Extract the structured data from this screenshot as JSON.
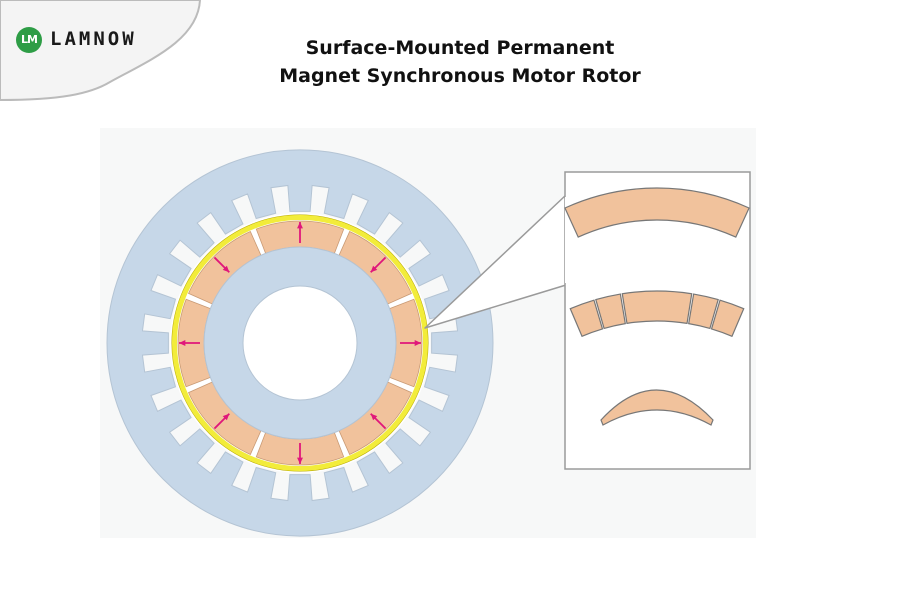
{
  "brand": {
    "badge": "LM",
    "name": "LAMNOW",
    "color": "#2e9d46"
  },
  "title": {
    "line1": "Surface-Mounted Permanent",
    "line2": "Magnet Synchronous Motor Rotor"
  },
  "diagram": {
    "stator_slots": 24,
    "rotor_magnet_poles": 8,
    "magnet_shape_variants": [
      "arc-segment",
      "segmented-arc",
      "bread-loaf"
    ],
    "colors": {
      "stator": "#c6d7e8",
      "magnet": "#f1c29c",
      "sleeve": "#f2ec3a",
      "arrow": "#e0177a",
      "outline": "#8b8b8b"
    }
  }
}
